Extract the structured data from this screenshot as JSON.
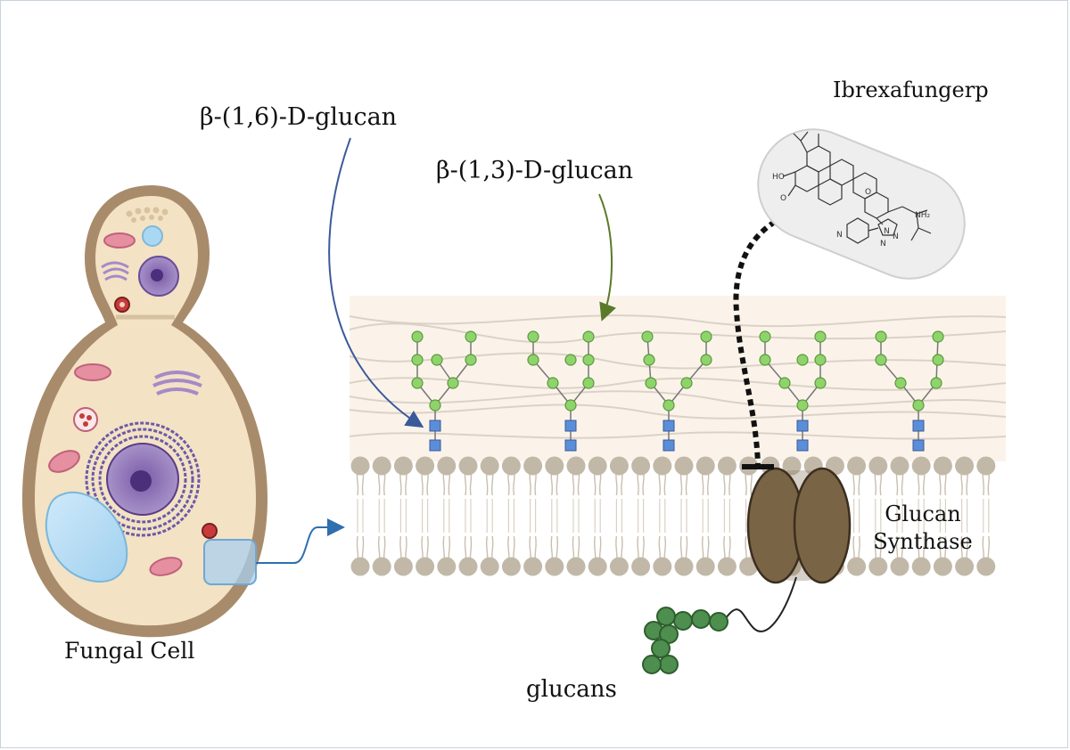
{
  "labels": {
    "beta16": "β-(1,6)-D-glucan",
    "beta13": "β-(1,3)-D-glucan",
    "drug": "Ibrexafungerp",
    "enzyme_line1": "Glucan",
    "enzyme_line2": "Synthase",
    "cell": "Fungal Cell",
    "product": "glucans"
  },
  "molecule_atoms": {
    "oh": "HO",
    "carbonyl_o": "O",
    "ring_o": "O",
    "amine": "NH₂",
    "pyridine_n": "N",
    "triazole_n1": "N",
    "triazole_n2": "N",
    "triazole_n3": "N"
  },
  "colors": {
    "cell_wall_band": "#fbf3ea",
    "membrane_head": "#c2b8a8",
    "glucan_green": "#8fd36c",
    "linker_blue": "#5b8ed8",
    "synthase_brown": "#7a6446",
    "cell_outer": "#a88b6b",
    "cell_inner": "#f3e2c4",
    "arrow_blue": "#3a5a9a",
    "arrow_green": "#5a7a2a",
    "connector_blue": "#2f6fb0",
    "product_green": "#4e8e4e"
  }
}
